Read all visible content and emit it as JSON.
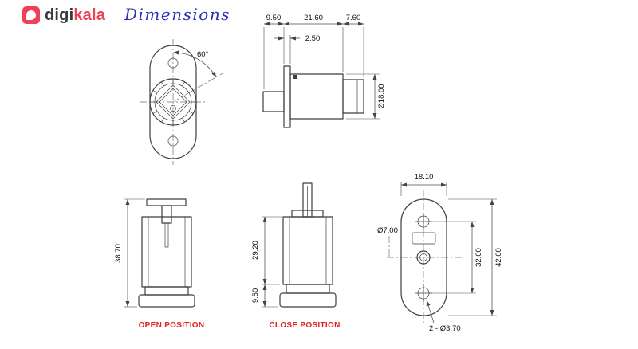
{
  "brand": {
    "icon": "digikala-app-icon",
    "part1": "digi",
    "part2": "kala"
  },
  "page_title": "Dimensions",
  "front_view": {
    "angle": "60°"
  },
  "side_view": {
    "dim_cam_depth": "9.50",
    "dim_body_length": "21.60",
    "dim_nose_length": "7.60",
    "dim_flange_thickness": "2.50",
    "dim_diameter": "Ø18.00"
  },
  "open_view": {
    "label": "OPEN POSITION",
    "dim_total_height": "38.70"
  },
  "close_view": {
    "label": "CLOSE POSITION",
    "dim_body_height": "29.20",
    "dim_base_height": "9.50"
  },
  "back_view": {
    "dim_width": "18.10",
    "dim_center_hole": "Ø7.00",
    "dim_hole_spacing": "32.00",
    "dim_total_height": "42.00",
    "dim_mount_holes": "2 - Ø3.70"
  },
  "colors": {
    "brand_red": "#ef4056",
    "brand_dark": "#3a3a3a",
    "title_blue": "#2f2fb8",
    "label_red": "#e02020",
    "line_dark": "#3f3f3f"
  }
}
